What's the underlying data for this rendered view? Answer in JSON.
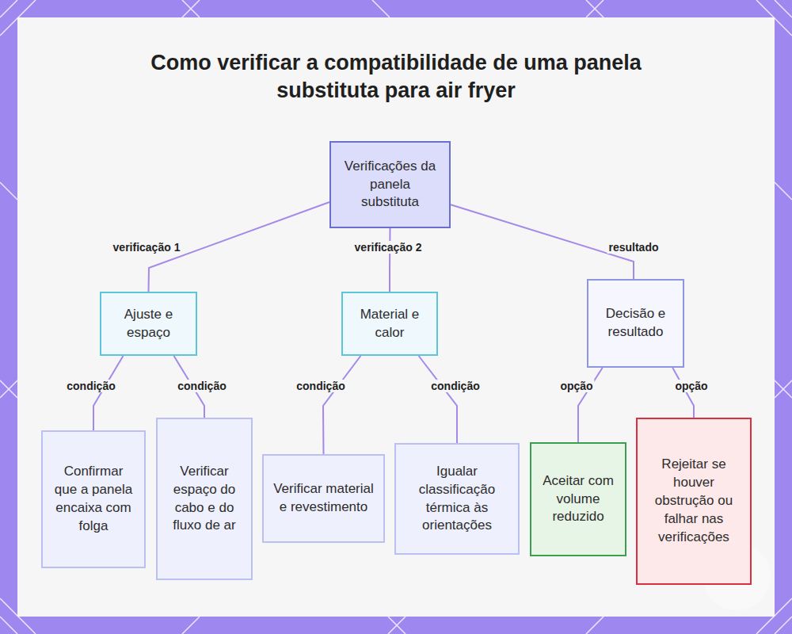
{
  "diagram": {
    "title": "Como verificar a compatibilidade de uma panela substituta para air fryer",
    "nodes": [
      {
        "text": [
          "Verificações da panela substituta"
        ]
      },
      {
        "text": [
          "Ajuste e espaço"
        ]
      },
      {
        "text": [
          "Material e calor"
        ]
      },
      {
        "text": [
          "Decisão e resultado"
        ]
      },
      {
        "text": [
          "Confirmar que a panela encaixa com folga"
        ]
      },
      {
        "text": [
          "Verificar espaço do cabo e do fluxo de ar"
        ]
      },
      {
        "text": [
          "Verificar material e revestimento"
        ]
      },
      {
        "text": [
          "Igualar classificação térmica às orientações"
        ]
      },
      {
        "text": [
          "Aceitar com volume reduzido"
        ]
      },
      {
        "text": [
          "Rejeitar se houver obstrução ou falhar nas verificações"
        ]
      }
    ],
    "edges": [
      {
        "from": 0,
        "to": 1,
        "label": "verificação 1",
        "arrow": "none"
      },
      {
        "from": 0,
        "to": 2,
        "label": "verificação 2",
        "arrow": "none"
      },
      {
        "from": 0,
        "to": 3,
        "label": "resultado",
        "arrow": "none"
      },
      {
        "from": 1,
        "to": 4,
        "label": "condição",
        "arrow": "none"
      },
      {
        "from": 1,
        "to": 5,
        "label": "condição",
        "arrow": "none"
      },
      {
        "from": 2,
        "to": 6,
        "label": "condição",
        "arrow": "none"
      },
      {
        "from": 2,
        "to": 7,
        "label": "condição",
        "arrow": "none"
      },
      {
        "from": 3,
        "to": 8,
        "label": "opção",
        "arrow": "none"
      },
      {
        "from": 3,
        "to": 9,
        "label": "opção",
        "arrow": "none"
      }
    ]
  }
}
